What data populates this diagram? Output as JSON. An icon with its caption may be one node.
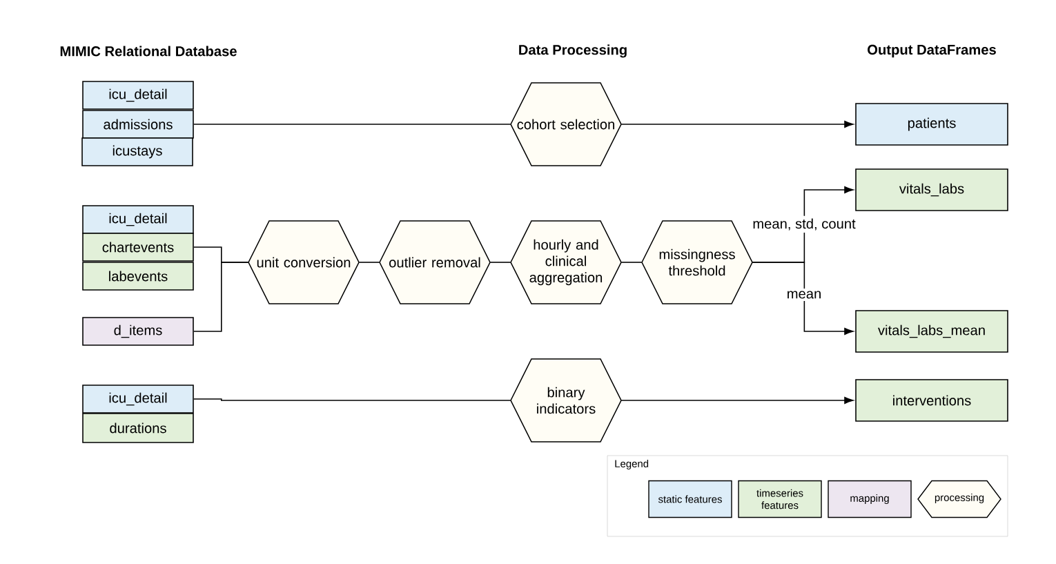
{
  "diagram": {
    "nodes": [
      {
        "text": [
          "icu_detail"
        ]
      },
      {
        "text": [
          "admissions"
        ]
      },
      {
        "text": [
          "icustays"
        ]
      },
      {
        "text": [
          "icu_detail"
        ]
      },
      {
        "text": [
          "chartevents"
        ]
      },
      {
        "text": [
          "labevents"
        ]
      },
      {
        "text": [
          "d_items"
        ]
      },
      {
        "text": [
          "icu_detail"
        ]
      },
      {
        "text": [
          "durations"
        ]
      },
      {
        "text": [
          "cohort selection"
        ]
      },
      {
        "text": [
          "unit conversion"
        ]
      },
      {
        "text": [
          "outlier removal"
        ]
      },
      {
        "text": [
          "hourly and clinical aggregation"
        ]
      },
      {
        "text": [
          "missingness threshold"
        ]
      },
      {
        "text": [
          "binary indicators"
        ]
      },
      {
        "text": [
          "patients"
        ]
      },
      {
        "text": [
          "vitals_labs"
        ]
      },
      {
        "text": [
          "vitals_labs_mean"
        ]
      },
      {
        "text": [
          "interventions"
        ]
      }
    ],
    "edges": [
      {
        "from": 1,
        "to": 9,
        "arrow": "none"
      },
      {
        "from": 9,
        "to": 15,
        "arrow": "to"
      },
      {
        "from": 4,
        "to": 10,
        "arrow": "none"
      },
      {
        "from": 6,
        "to": 10,
        "arrow": "none"
      },
      {
        "from": 10,
        "to": 11,
        "arrow": "none"
      },
      {
        "from": 11,
        "to": 12,
        "arrow": "none"
      },
      {
        "from": 12,
        "to": 13,
        "arrow": "none"
      },
      {
        "from": 13,
        "to": 16,
        "arrow": "to",
        "label": "mean, std, count"
      },
      {
        "from": 13,
        "to": 17,
        "arrow": "to",
        "label": "mean"
      },
      {
        "from": 7,
        "to": 14,
        "arrow": "none"
      },
      {
        "from": 14,
        "to": 18,
        "arrow": "to"
      }
    ],
    "labels": [
      "MIMIC Relational Database",
      "Data Processing",
      "Output DataFrames",
      "Legend"
    ],
    "legend": [
      {
        "text": "static features",
        "color": "#ddedf8"
      },
      {
        "text": "timeseries features",
        "color": "#e2f0d9"
      },
      {
        "text": "mapping",
        "color": "#ede6f0"
      },
      {
        "text": "processing"
      }
    ]
  }
}
